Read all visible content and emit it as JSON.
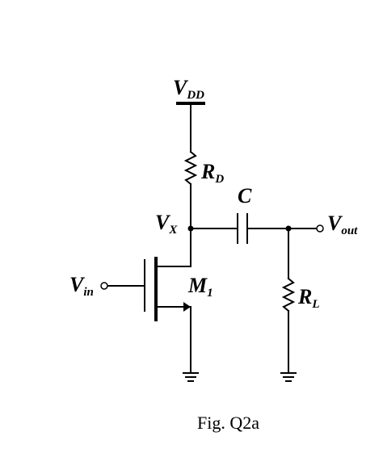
{
  "labels": {
    "vdd": "V",
    "vdd_sub": "DD",
    "rd": "R",
    "rd_sub": "D",
    "cap": "C",
    "vx": "V",
    "vx_sub": "X",
    "vout": "V",
    "vout_sub": "out",
    "vin": "V",
    "vin_sub": "in",
    "m1": "M",
    "m1_sub": "1",
    "rl": "R",
    "rl_sub": "L"
  },
  "caption": "Fig. Q2a"
}
